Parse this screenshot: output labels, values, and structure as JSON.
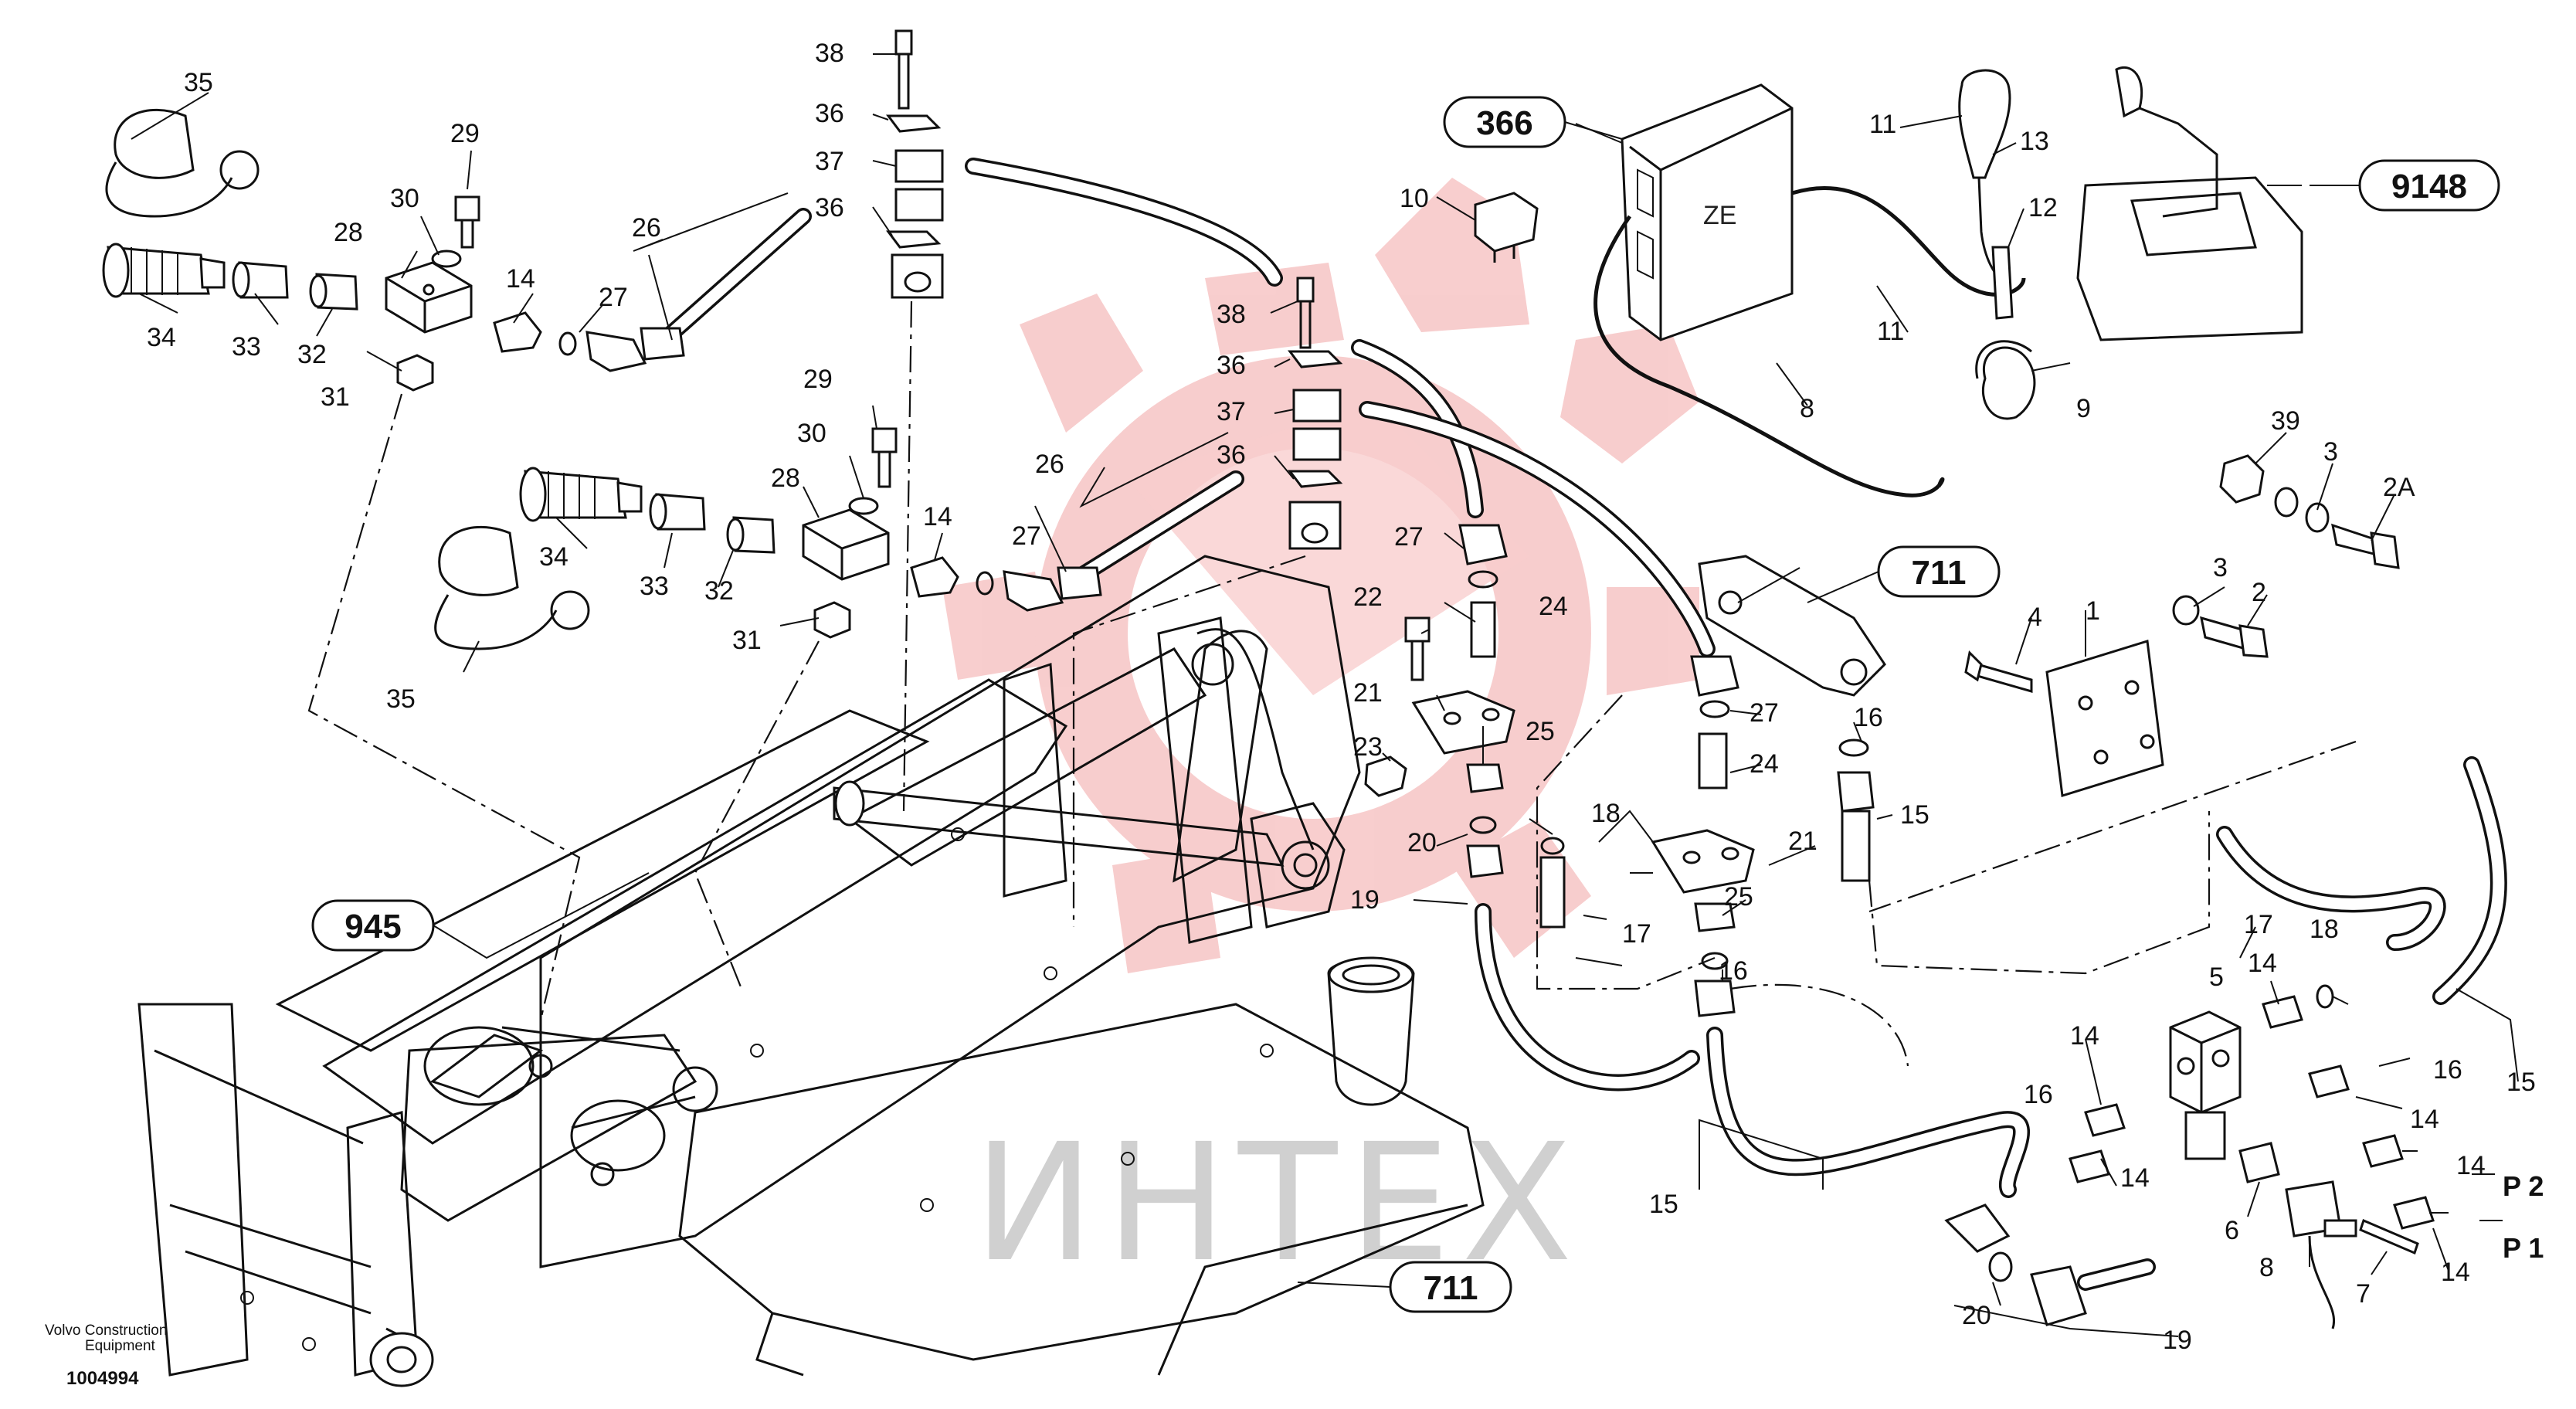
{
  "footer": {
    "brand_line1": "Volvo Construction",
    "brand_line2": "Equipment",
    "drawing_no": "1004994"
  },
  "watermark": "ИНТЕХ",
  "ecu_label": "ZE",
  "ref_ovals": {
    "r366": "366",
    "r9148": "9148",
    "r711a": "711",
    "r945": "945",
    "r711b": "711"
  },
  "ports": {
    "p2": "P 2",
    "p1": "P 1"
  },
  "callouts": {
    "c38a": "38",
    "c36a": "36",
    "c37a": "37",
    "c36b": "36",
    "c35a": "35",
    "c29a": "29",
    "c30a": "30",
    "c28a": "28",
    "c26a": "26",
    "c14a": "14",
    "c27a": "27",
    "c34a": "34",
    "c33a": "33",
    "c32a": "32",
    "c31a": "31",
    "c29b": "29",
    "c30b": "30",
    "c28b": "28",
    "c26b": "26",
    "c14b": "14",
    "c27b": "27",
    "c34b": "34",
    "c33b": "33",
    "c32b": "32",
    "c31b": "31",
    "c35b": "35",
    "c38b": "38",
    "c36c": "36",
    "c37b": "37",
    "c36d": "36",
    "c27c": "27",
    "c22": "22",
    "c24a": "24",
    "c21a": "21",
    "c25a": "25",
    "c23": "23",
    "c20a": "20",
    "c19a": "19",
    "c10": "10",
    "c11a": "11",
    "c13": "13",
    "c12": "12",
    "c11b": "11",
    "c8a": "8",
    "c9": "9",
    "c39": "39",
    "c3a": "3",
    "c2a": "2A",
    "c3b": "3",
    "c2": "2",
    "c4": "4",
    "c1": "1",
    "c27d": "27",
    "c24b": "24",
    "c16a": "16",
    "c15a": "15",
    "c18a": "18",
    "c21b": "21",
    "c17a": "17",
    "c25b": "25",
    "c16b": "16",
    "c17b": "17",
    "c18b": "18",
    "c5": "5",
    "c14c": "14",
    "c16c": "16",
    "c15b": "15",
    "c14d": "14",
    "c14e": "14",
    "c16d": "16",
    "c14f": "14",
    "c14g": "14",
    "c15c": "15",
    "c6": "6",
    "c8b": "8",
    "c7": "7",
    "c14h": "14",
    "c20b": "20",
    "c19b": "19"
  },
  "colors": {
    "line": "#111111",
    "watermark_red": "#f2a5a5",
    "watermark_gray": "#d0d0d0"
  }
}
